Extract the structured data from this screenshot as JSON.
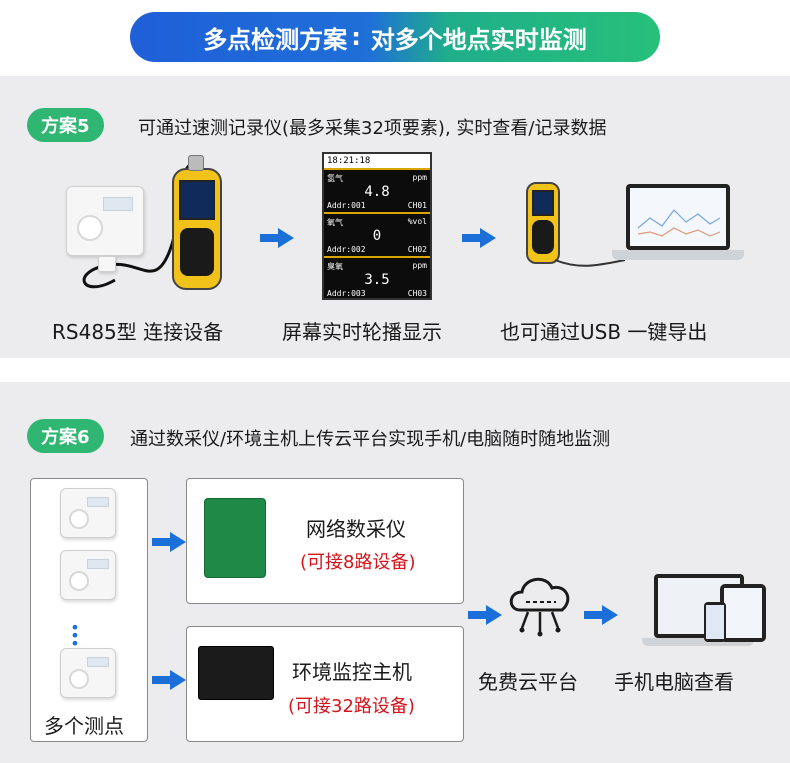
{
  "banner": {
    "left": "多点检测方案",
    "sep": ":",
    "right": "对多个地点实时监测"
  },
  "plan5": {
    "badge": "方案5",
    "desc": "可通过速测记录仪(最多采集32项要素), 实时查看/记录数据",
    "captions": [
      "RS485型 连接设备",
      "屏幕实时轮播显示",
      "也可通过USB 一键导出"
    ],
    "display": {
      "time": "18:21:18",
      "channels": [
        {
          "name": "氢气",
          "unit": "ppm",
          "value": "4.8",
          "addr": "Addr:001",
          "ch": "CH01"
        },
        {
          "name": "氧气",
          "unit": "%vol",
          "value": "0",
          "addr": "Addr:002",
          "ch": "CH02"
        },
        {
          "name": "臭氧",
          "unit": "ppm",
          "value": "3.5",
          "addr": "Addr:003",
          "ch": "CH03"
        }
      ]
    }
  },
  "plan6": {
    "badge": "方案6",
    "desc": "通过数采仪/环境主机上传云平台实现手机/电脑随时随地监测",
    "points_label": "多个测点",
    "collector_title": "网络数采仪",
    "collector_note": "(可接8路设备)",
    "host_title": "环境监控主机",
    "host_note": "(可接32路设备)",
    "cloud_label": "免费云平台",
    "view_label": "手机电脑查看"
  },
  "colors": {
    "blue": "#1a6fd8",
    "green": "#2fb673",
    "red": "#d4141c"
  }
}
